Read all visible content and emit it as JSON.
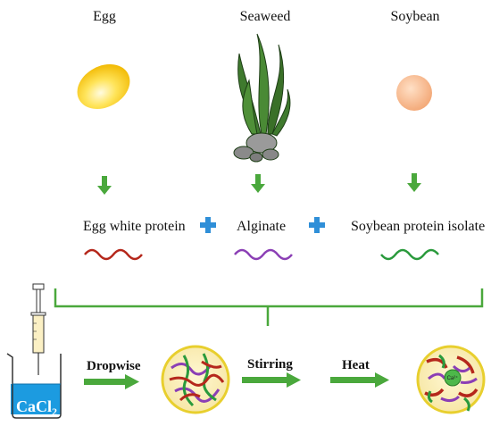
{
  "sources": {
    "egg": "Egg",
    "seaweed": "Seaweed",
    "soybean": "Soybean"
  },
  "components": {
    "egg_white_protein": "Egg white protein",
    "alginate": "Alginate",
    "soybean_protein_isolate": "Soybean protein isolate"
  },
  "process": {
    "dropwise": "Dropwise",
    "stirring": "Stirring",
    "heat": "Heat"
  },
  "beaker": {
    "label_main": "CaCl",
    "label_sub": "2"
  },
  "ion_label": "Ca²⁺",
  "colors": {
    "arrow_green": "#4aa83c",
    "plus_blue": "#2f8fd8",
    "wave_red": "#b5271b",
    "wave_purple": "#8b3fb5",
    "wave_green": "#2a9a3c",
    "egg_yellow": "#ffd21a",
    "soybean_peach": "#f7b48a",
    "seaweed_green": "#3f7a2e",
    "solution_blue": "#1c9be0",
    "bead_fill": "#fbeeb4",
    "bead_border": "#e8cf2e"
  }
}
